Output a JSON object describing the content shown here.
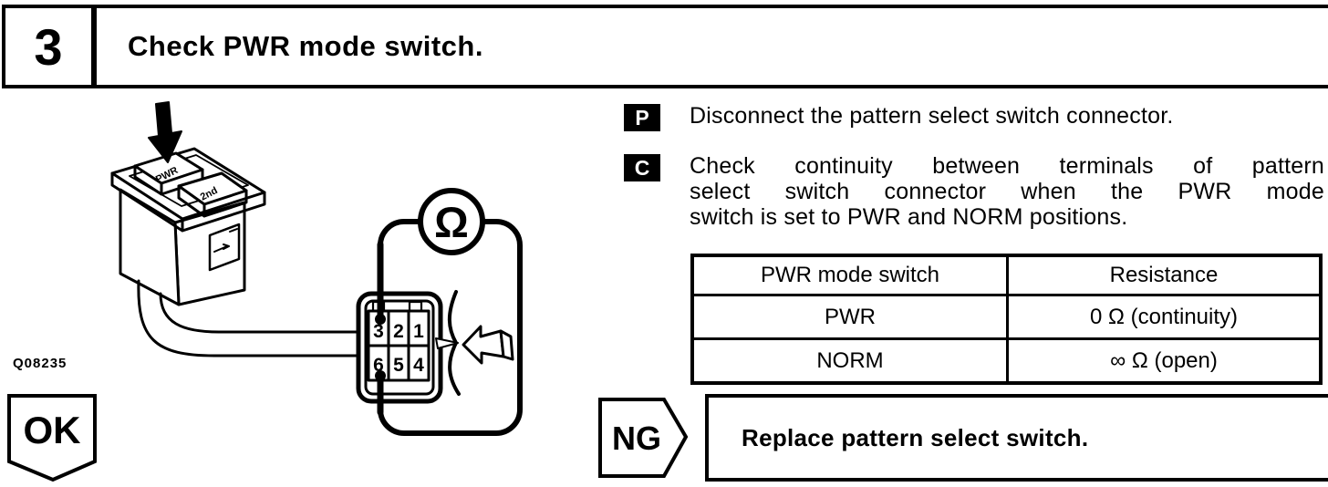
{
  "header": {
    "step_number": "3",
    "title": "Check PWR mode switch."
  },
  "instructions": {
    "prepare": {
      "badge": "P",
      "text": "Disconnect the pattern select switch connector."
    },
    "check": {
      "badge": "C",
      "lines": [
        "Check continuity between terminals of pattern",
        "select switch connector when the PWR mode",
        "switch is set to PWR and NORM positions."
      ]
    }
  },
  "table": {
    "headers": [
      "PWR mode switch",
      "Resistance"
    ],
    "rows": [
      [
        "PWR",
        "0 Ω (continuity)"
      ],
      [
        "NORM",
        "∞ Ω (open)"
      ]
    ]
  },
  "figure": {
    "code": "Q08235",
    "ok_label": "OK",
    "ohmmeter_symbol": "Ω",
    "switch_buttons": {
      "pwr": "PWR",
      "second": "2nd"
    },
    "connector_terminals": {
      "row1": [
        "3",
        "2",
        "1"
      ],
      "row2": [
        "6",
        "5",
        "4"
      ]
    }
  },
  "result": {
    "ng_label": "NG",
    "action": "Replace pattern select switch."
  }
}
